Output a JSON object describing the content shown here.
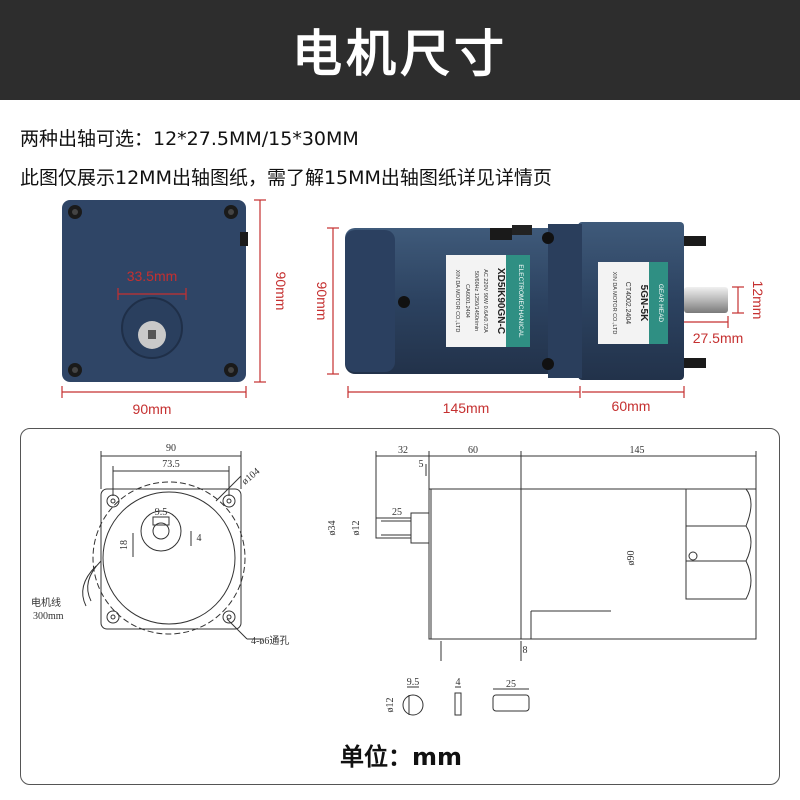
{
  "header": {
    "title": "电机尺寸"
  },
  "info": {
    "line1": "两种出轴可选：12*27.5MM/15*30MM",
    "line2": "此图仅展示12MM出轴图纸，需了解15MM出轴图纸详见详情页"
  },
  "photo": {
    "front": {
      "inner_dim": "33.5mm",
      "width_dim": "90mm",
      "height_dim": "90mm"
    },
    "side": {
      "height_dim": "90mm",
      "body_len": "145mm",
      "head_len": "60mm",
      "shaft_dia": "12mm",
      "shaft_len": "27.5mm",
      "motor_label": {
        "model": "XD5IK90GN-C",
        "brand": "ELECTROMECHANICAL",
        "spec1": "AC 220V  90W  0.6A/0.72A",
        "spec2": "50/60Hz  1250/1450r/min",
        "serial": "CA6001.2404",
        "maker": "XIN DA MOTOR CO.,LTD"
      },
      "gear_label": {
        "model": "5GN-5K",
        "tag": "GEAR HEAD",
        "serial": "CT4002.2404",
        "maker": "XIN DA MOTOR CO.,LTD"
      }
    }
  },
  "drawing": {
    "front": {
      "width": "90",
      "hole_pitch": "73.5",
      "circle": "ø104",
      "key": "9.5",
      "keyway": "18",
      "key_depth": "4",
      "cable": "电机线",
      "cable_len": "300mm",
      "holes": "4-ø6通孔"
    },
    "side": {
      "shaft_len": "32",
      "head_len": "60",
      "body_len": "145",
      "step": "5",
      "key_len": "25",
      "flange": "ø34",
      "shaft": "ø12",
      "body_dia": "ø90",
      "base": "8"
    },
    "detail": {
      "dia": "ø12",
      "flat": "9.5",
      "key_w": "4",
      "key_l": "25"
    },
    "unit_label": "单位：mm"
  }
}
